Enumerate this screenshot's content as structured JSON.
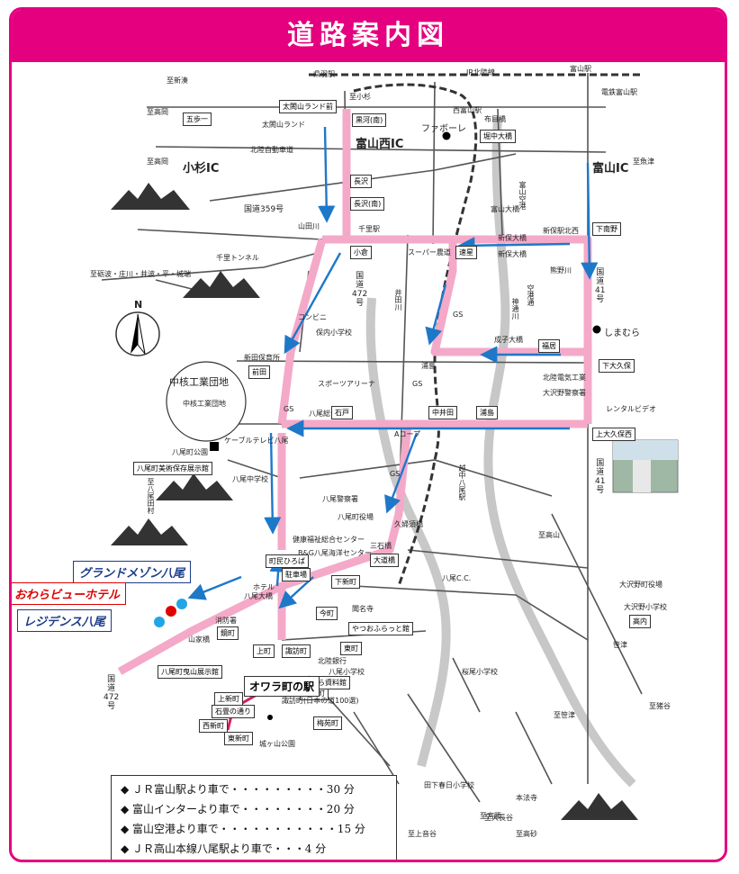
{
  "title": "道路案内図",
  "hotels": {
    "grand_maison": "グランドメゾン八尾",
    "owara_view": "おわらビューホテル",
    "residence": "レジデンス八尾"
  },
  "access": [
    "◆ ＪＲ富山駅より車で・・・・・・・・・30 分",
    "◆ 富山インターより車で・・・・・・・・20 分",
    "◆ 富山空港より車で・・・・・・・・・・・15 分",
    "◆ ＪＲ高山本線八尾駅より車で・・・4 分"
  ],
  "ic": {
    "toyama_nishi": "富山西IC",
    "toyama": "富山IC",
    "kosugi": "小杉IC"
  },
  "points": {
    "famole": "ファボーレ",
    "shimamura": "しまむら",
    "chukaku": "中核工業団地",
    "chukaku_inner": "中核工業団地"
  },
  "station": "オワラ町の駅",
  "compass": "N",
  "routes": {
    "r41a": "国\n道\n41\n号",
    "r41b": "国\n道\n41\n号",
    "r472a": "国\n道\n472\n号",
    "r472b": "国\n道\n472\n号",
    "r359": "国道359号"
  },
  "labels": [
    {
      "t": "県羽駅"
    },
    {
      "t": "JR北陸線"
    },
    {
      "t": "富山駅"
    },
    {
      "t": "電鉄富山駅"
    },
    {
      "t": "至新湊"
    },
    {
      "t": "至高岡"
    },
    {
      "t": "太閤山ランド前"
    },
    {
      "t": "太閤山ランド"
    },
    {
      "t": "五歩一"
    },
    {
      "t": "至小杉"
    },
    {
      "t": "黒河(南)"
    },
    {
      "t": "西富山駅"
    },
    {
      "t": "布目橋"
    },
    {
      "t": "堀中大橋"
    },
    {
      "t": "北陸自動車道"
    },
    {
      "t": "至高岡"
    },
    {
      "t": "長沢"
    },
    {
      "t": "長沢(南)"
    },
    {
      "t": "山田川"
    },
    {
      "t": "千里駅"
    },
    {
      "t": "千里トンネル"
    },
    {
      "t": "至砺波・庄川・井波・平・城端"
    },
    {
      "t": "小倉"
    },
    {
      "t": "スーパー農道"
    },
    {
      "t": "速星"
    },
    {
      "t": "新保大橋"
    },
    {
      "t": "新保駅北西"
    },
    {
      "t": "下南野"
    },
    {
      "t": "熊野川"
    },
    {
      "t": "井田川"
    },
    {
      "t": "神通川"
    },
    {
      "t": "空港通"
    },
    {
      "t": "富山空港"
    },
    {
      "t": "保内小学校"
    },
    {
      "t": "コンビニ"
    },
    {
      "t": "新田保育所"
    },
    {
      "t": "浦島"
    },
    {
      "t": "成子大橋"
    },
    {
      "t": "福居"
    },
    {
      "t": "下大久保"
    },
    {
      "t": "北陸電気工業"
    },
    {
      "t": "大沢野警察署"
    },
    {
      "t": "スポーツアリーナ"
    },
    {
      "t": "八尾総合病院"
    },
    {
      "t": "石戸"
    },
    {
      "t": "中井田"
    },
    {
      "t": "浦島"
    },
    {
      "t": "レンタルビデオ"
    },
    {
      "t": "上大久保西"
    },
    {
      "t": "八尾町公園"
    },
    {
      "t": "ケーブルテレビ八尾"
    },
    {
      "t": "八尾町美術保存展示館"
    },
    {
      "t": "八尾中学校"
    },
    {
      "t": "至八尾田村"
    },
    {
      "t": "八尾警察署"
    },
    {
      "t": "八尾町役場"
    },
    {
      "t": "健康福祉総合センター"
    },
    {
      "t": "B&G八尾海洋センター"
    },
    {
      "t": "町民ひろば"
    },
    {
      "t": "駐車場"
    },
    {
      "t": "久婦須橋"
    },
    {
      "t": "三石橋"
    },
    {
      "t": "大道橋"
    },
    {
      "t": "八尾大橋"
    },
    {
      "t": "八尾C.C."
    },
    {
      "t": "山家橋"
    },
    {
      "t": "下新町"
    },
    {
      "t": "上新町"
    },
    {
      "t": "石畳の通り"
    },
    {
      "t": "諏訪町"
    },
    {
      "t": "西新町"
    },
    {
      "t": "東新町"
    },
    {
      "t": "城ヶ山公園"
    },
    {
      "t": "北陸銀行"
    },
    {
      "t": "八尾小学校"
    },
    {
      "t": "おわら資料館"
    },
    {
      "t": "諏訪町(日本の道100選)"
    },
    {
      "t": "梅苑町"
    },
    {
      "t": "桜尾小学校"
    },
    {
      "t": "大沢野町役場"
    },
    {
      "t": "大沢野小学校"
    },
    {
      "t": "高内"
    },
    {
      "t": "笹津"
    },
    {
      "t": "至猪谷"
    },
    {
      "t": "至高山"
    },
    {
      "t": "至笹津"
    },
    {
      "t": "田下春日小学校"
    },
    {
      "t": "本法寺"
    },
    {
      "t": "至宮腰"
    },
    {
      "t": "至上音谷"
    },
    {
      "t": "至高砂"
    },
    {
      "t": "至大長谷"
    },
    {
      "t": "聞名寺"
    },
    {
      "t": "やつおふらっと館"
    },
    {
      "t": "八尾町曳山展示館"
    },
    {
      "t": "東町"
    },
    {
      "t": "今町"
    },
    {
      "t": "上町"
    },
    {
      "t": "鏡町"
    },
    {
      "t": "諏訪町"
    },
    {
      "t": "前田"
    },
    {
      "t": "GS"
    },
    {
      "t": "GS"
    },
    {
      "t": "GS"
    },
    {
      "t": "GS"
    },
    {
      "t": "Aコープ"
    },
    {
      "t": "越中八尾駅"
    },
    {
      "t": "至魚津"
    },
    {
      "t": "富山大橋"
    },
    {
      "t": "ホテル"
    },
    {
      "t": "消防署"
    },
    {
      "t": "新保大橋"
    }
  ],
  "colors": {
    "accent": "#e4007f",
    "route": "#f4a9c8",
    "arrow": "#1e78c8",
    "hotel_text": "#1c3c8c",
    "hotel_red": "#e00000"
  }
}
